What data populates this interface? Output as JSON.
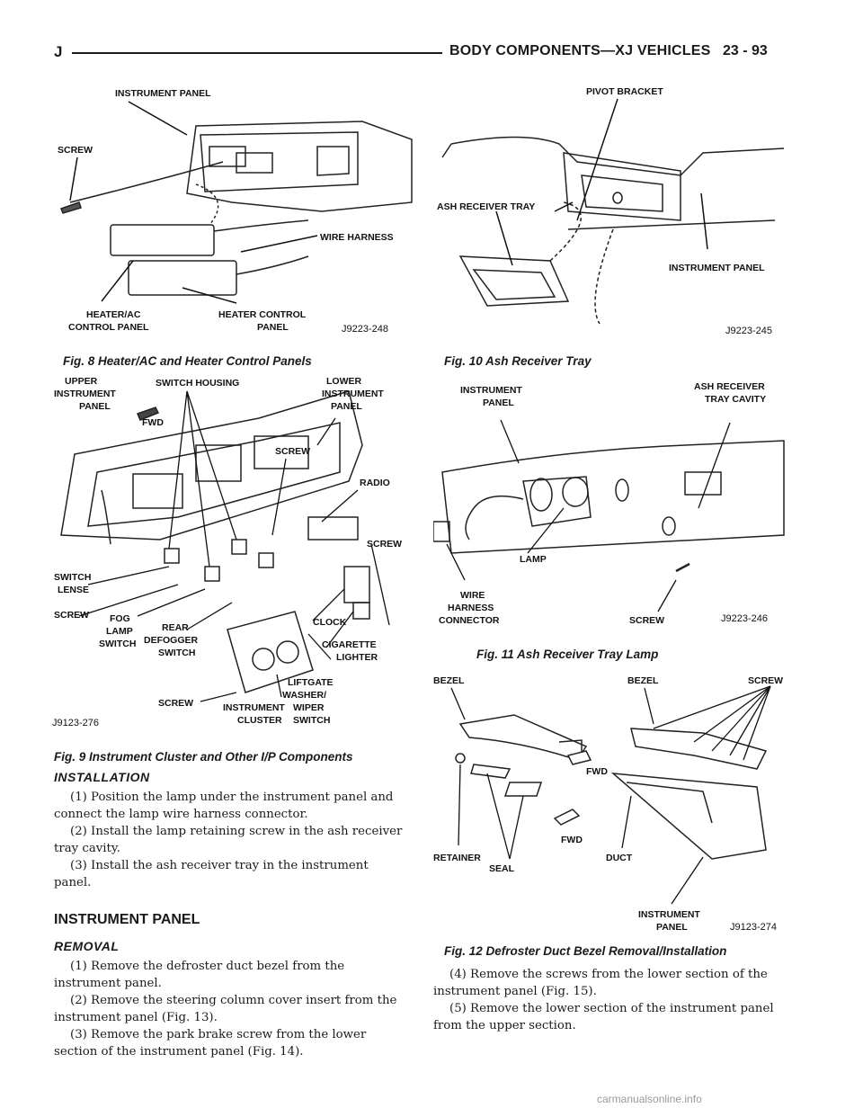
{
  "header": {
    "letter": "J",
    "title": "BODY COMPONENTS—XJ VEHICLES",
    "page": "23 - 93"
  },
  "figures": {
    "fig8": {
      "caption": "Fig. 8 Heater/AC and Heater Control Panels",
      "labels": [
        "INSTRUMENT PANEL",
        "SCREW",
        "WIRE HARNESS",
        "HEATER/AC",
        "CONTROL PANEL",
        "HEATER CONTROL",
        "PANEL"
      ],
      "code": "J9223-248"
    },
    "fig9": {
      "caption": "Fig. 9 Instrument Cluster and Other I/P Components",
      "labels": [
        "UPPER",
        "INSTRUMENT",
        "PANEL",
        "SWITCH HOUSING",
        "LOWER",
        "INSTRUMENT",
        "PANEL",
        "FWD",
        "SCREW",
        "RADIO",
        "SCREW",
        "SWITCH",
        "LENSE",
        "SCREW",
        "FOG",
        "LAMP",
        "SWITCH",
        "REAR",
        "DEFOGGER",
        "SWITCH",
        "CLOCK",
        "CIGARETTE",
        "LIGHTER",
        "SCREW",
        "INSTRUMENT",
        "CLUSTER",
        "LIFTGATE",
        "WASHER/",
        "WIPER",
        "SWITCH"
      ],
      "code": "J9123-276"
    },
    "fig10": {
      "caption": "Fig. 10 Ash Receiver Tray",
      "labels": [
        "PIVOT BRACKET",
        "ASH RECEIVER TRAY",
        "INSTRUMENT PANEL"
      ],
      "code": "J9223-245"
    },
    "fig11": {
      "caption": "Fig. 11 Ash Receiver Tray Lamp",
      "labels": [
        "INSTRUMENT",
        "PANEL",
        "ASH RECEIVER",
        "TRAY CAVITY",
        "LAMP",
        "WIRE",
        "HARNESS",
        "CONNECTOR",
        "SCREW"
      ],
      "code": "J9223-246"
    },
    "fig12": {
      "caption": "Fig. 12 Defroster Duct Bezel Removal/Installation",
      "labels": [
        "BEZEL",
        "BEZEL",
        "SCREW",
        "FWD",
        "FWD",
        "RETAINER",
        "SEAL",
        "DUCT",
        "INSTRUMENT",
        "PANEL"
      ],
      "code": "J9123-274"
    }
  },
  "installation": {
    "heading": "INSTALLATION",
    "steps": [
      "(1) Position the lamp under the instrument panel and connect the lamp wire harness connector.",
      "(2) Install the lamp retaining screw in the ash receiver tray cavity.",
      "(3) Install the ash receiver tray in the instrument panel."
    ]
  },
  "instrument_panel": {
    "heading": "INSTRUMENT PANEL",
    "removal_heading": "REMOVAL",
    "left_steps": [
      "(1) Remove the defroster duct bezel from the instrument panel.",
      "(2) Remove the steering column cover insert from the instrument panel (Fig. 13).",
      "(3) Remove the park brake screw from the lower section of the instrument panel (Fig. 14)."
    ],
    "right_steps": [
      "(4) Remove the screws from the lower section of the instrument panel (Fig. 15).",
      "(5) Remove the lower section of the instrument panel from the upper section."
    ]
  },
  "footer": "carmanualsonline.info"
}
